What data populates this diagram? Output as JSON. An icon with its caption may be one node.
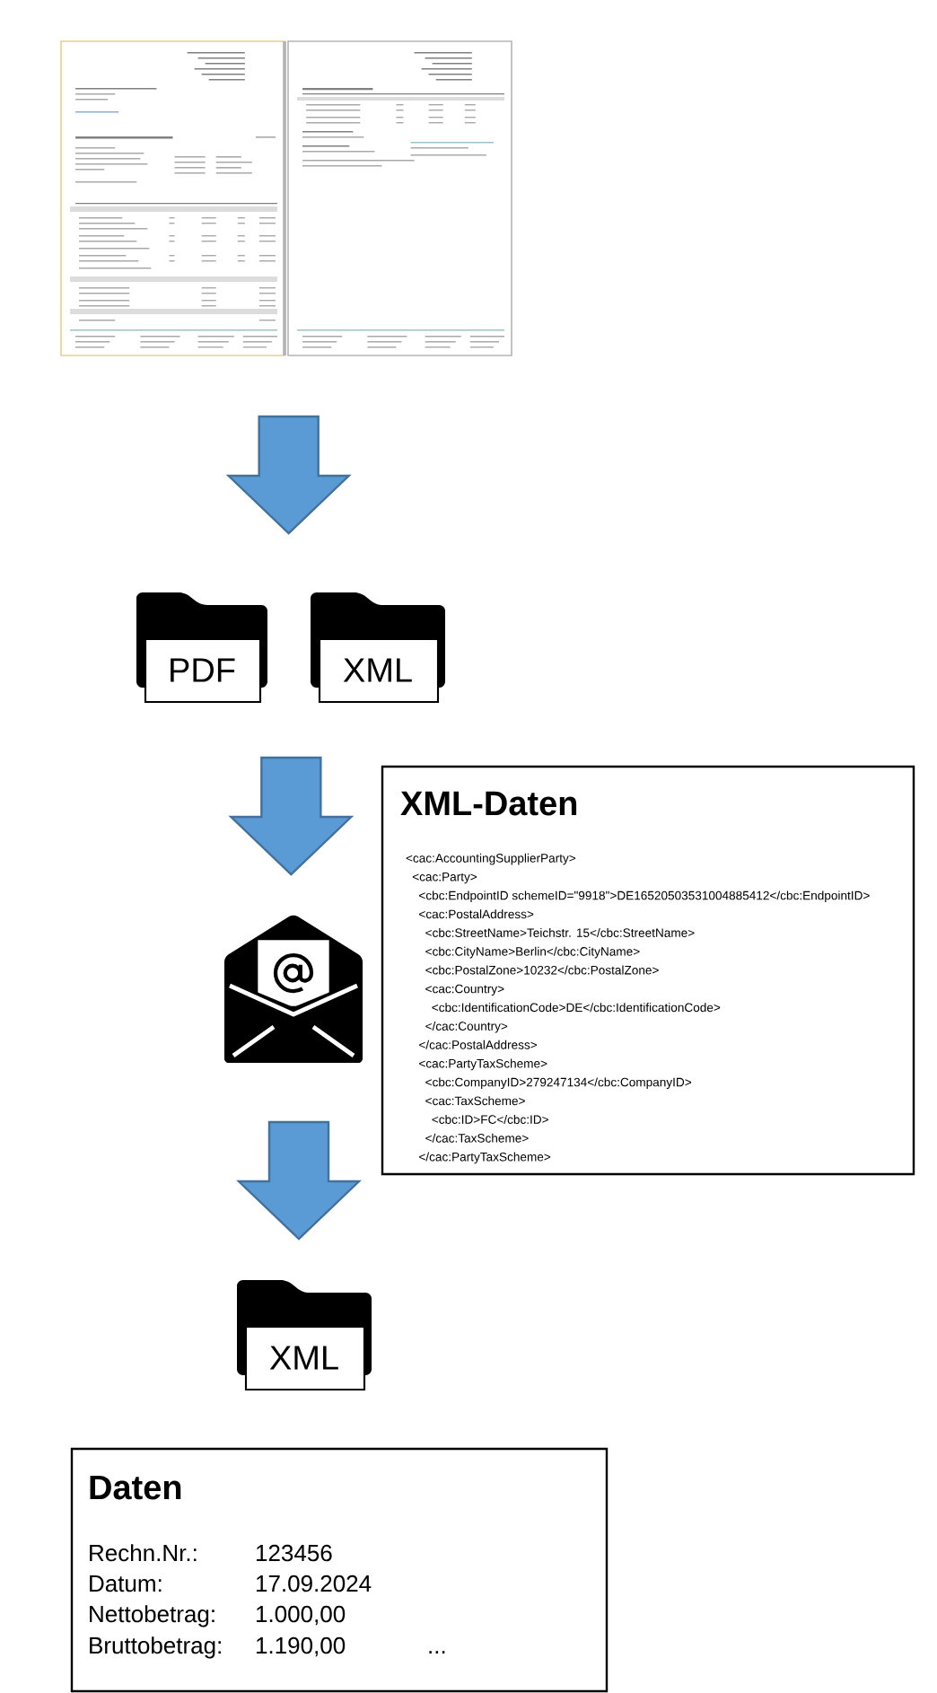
{
  "diagram": {
    "nodes": [
      {
        "text": [],
        "shape": "picture"
      },
      {
        "text": [
          "PDF"
        ]
      },
      {
        "text": [
          "XML"
        ]
      },
      {
        "text": [],
        "shape": "picture"
      },
      {
        "text": [
          "XML"
        ]
      },
      {
        "text": [
          "XML-Daten",
          "<cac:AccountingSupplierParty>",
          "<cac:Party>",
          "<cbc:EndpointID schemeID=\"9918\">DE16520503531004885412</cbc:EndpointID>",
          "<cac:PostalAddress>",
          "<cbc:StreetName>Teichstr. 15</cbc:StreetName>",
          "<cbc:CityName>Berlin</cbc:CityName>",
          "<cbc:PostalZone>10232</cbc:PostalZone>",
          "<cac:Country>",
          "<cbc:IdentificationCode>DE</cbc:IdentificationCode>",
          "</cac:Country>",
          "</cac:PostalAddress>",
          "<cac:PartyTaxScheme>",
          "<cbc:CompanyID>279247134</cbc:CompanyID>",
          "<cac:TaxScheme>",
          "<cbc:ID>FC</cbc:ID>",
          "</cac:TaxScheme>",
          "</cac:PartyTaxScheme>"
        ]
      },
      {
        "text": [
          "Daten",
          "Rechn.Nr.:",
          "123456",
          "Datum:",
          "17.09.2024",
          "Nettobetrag:",
          "1.000,00",
          "Bruttobetrag:",
          "1.190,00",
          "..."
        ]
      }
    ],
    "edges": [
      {
        "from": 0,
        "to": 1,
        "arrow": "to"
      },
      {
        "from": 0,
        "to": 2,
        "arrow": "to"
      },
      {
        "from": 1,
        "to": 3,
        "arrow": "to"
      },
      {
        "from": 2,
        "to": 3,
        "arrow": "to"
      },
      {
        "from": 3,
        "to": 4,
        "arrow": "to"
      }
    ]
  }
}
